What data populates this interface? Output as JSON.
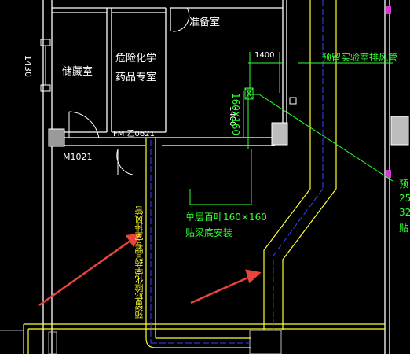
{
  "rooms": {
    "storage": "储藏室",
    "hazmat_line1": "危险化学",
    "hazmat_line2": "药品专室",
    "prep": "准备室"
  },
  "doors": {
    "m1021": "M1021",
    "fm": "FM 乙0621"
  },
  "dimensions": {
    "dim_1430": "1430",
    "dim_1400_h": "1400",
    "dim_1400_v": "1400",
    "duct_size": "160X160"
  },
  "annotations": {
    "lab_exhaust": "预留实验室排风管",
    "hazmat_exhaust": "预留危险化学药品专室排风管",
    "louver_line1": "单层百叶160×160",
    "louver_line2": "贴梁底安装",
    "edge_1": "预",
    "edge_2": "25",
    "edge_3": "32",
    "edge_4": "贴"
  },
  "colors": {
    "background": "#000000",
    "wall": "#ffffff",
    "duct": "#ffff33",
    "dimension": "#33ff33",
    "arrow": "#e8453c",
    "column_fill": "#b3b3b3"
  }
}
